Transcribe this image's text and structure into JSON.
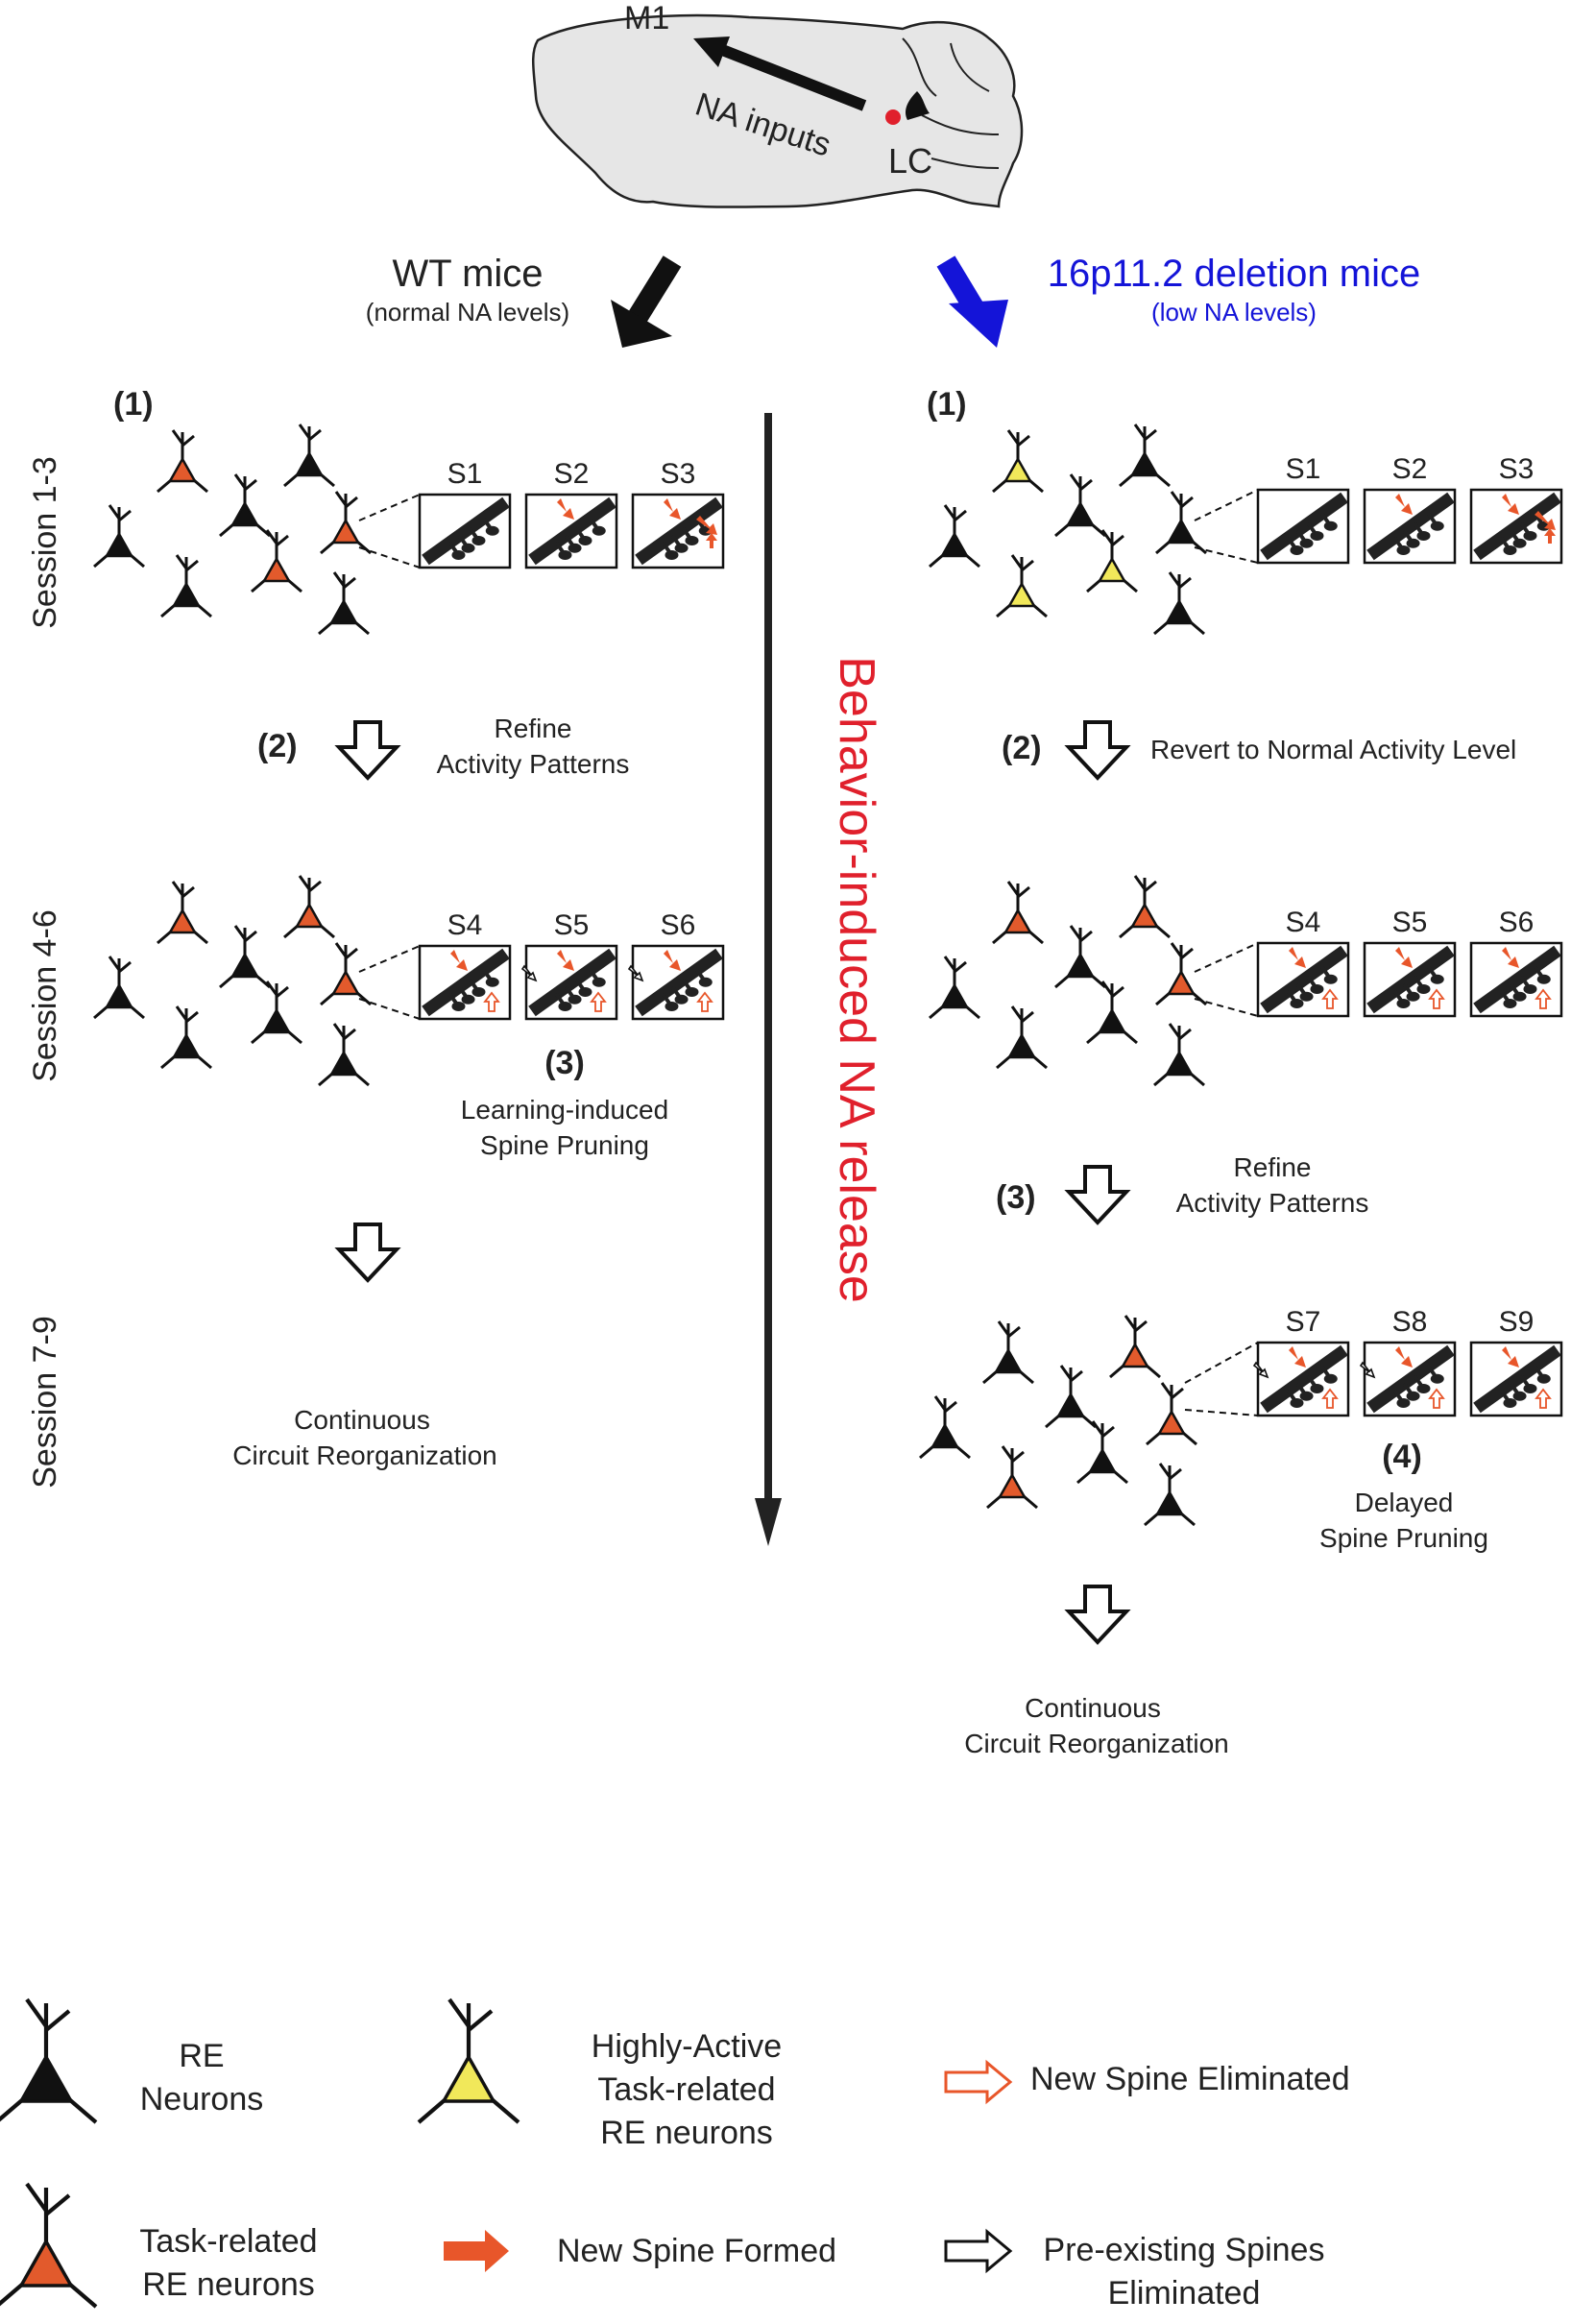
{
  "brain": {
    "region_m1": "M1",
    "arrow_label": "NA inputs",
    "region_lc": "LC"
  },
  "wt": {
    "title": "WT mice",
    "subtitle": "(normal NA levels)"
  },
  "del": {
    "title": "16p11.2 deletion mice",
    "subtitle": "(low NA levels)"
  },
  "center_label": "Behavior-induced NA release",
  "sessions": {
    "s1": "Session 1-3",
    "s2": "Session 4-6",
    "s3": "Session 7-9"
  },
  "left": {
    "step1": "(1)",
    "step2": "(2)",
    "step2_text": [
      "Refine",
      "Activity Patterns"
    ],
    "step3": "(3)",
    "step3_text": [
      "Learning-induced",
      "Spine Pruning"
    ],
    "final_text": [
      "Continuous",
      "Circuit Reorganization"
    ],
    "panels_a": [
      "S1",
      "S2",
      "S3"
    ],
    "panels_b": [
      "S4",
      "S5",
      "S6"
    ]
  },
  "right": {
    "step1": "(1)",
    "step2": "(2)",
    "step2_text": "Revert to Normal Activity Level",
    "step3": "(3)",
    "step3_text": [
      "Refine",
      "Activity Patterns"
    ],
    "step4": "(4)",
    "step4_text": [
      "Delayed",
      "Spine Pruning"
    ],
    "final_text": [
      "Continuous",
      "Circuit Reorganization"
    ],
    "panels_a": [
      "S1",
      "S2",
      "S3"
    ],
    "panels_b": [
      "S4",
      "S5",
      "S6"
    ],
    "panels_c": [
      "S7",
      "S8",
      "S9"
    ]
  },
  "legend": {
    "re_neurons": [
      "RE",
      "Neurons"
    ],
    "highly_active": [
      "Highly-Active",
      "Task-related",
      "RE neurons"
    ],
    "new_spine_eliminated": "New Spine Eliminated",
    "task_related": [
      "Task-related",
      "RE neurons"
    ],
    "new_spine_formed": "New Spine Formed",
    "preexisting_eliminated": [
      "Pre-existing Spines",
      "Eliminated"
    ]
  },
  "colors": {
    "task_related": "#e25a2c",
    "highly_active": "#f1e85a",
    "re_neuron": "#111111",
    "deletion_blue": "#1414d8",
    "center_red": "#e0202c",
    "brain_fill": "#e6e6e6",
    "new_spine_arrow": "#e8562a"
  }
}
